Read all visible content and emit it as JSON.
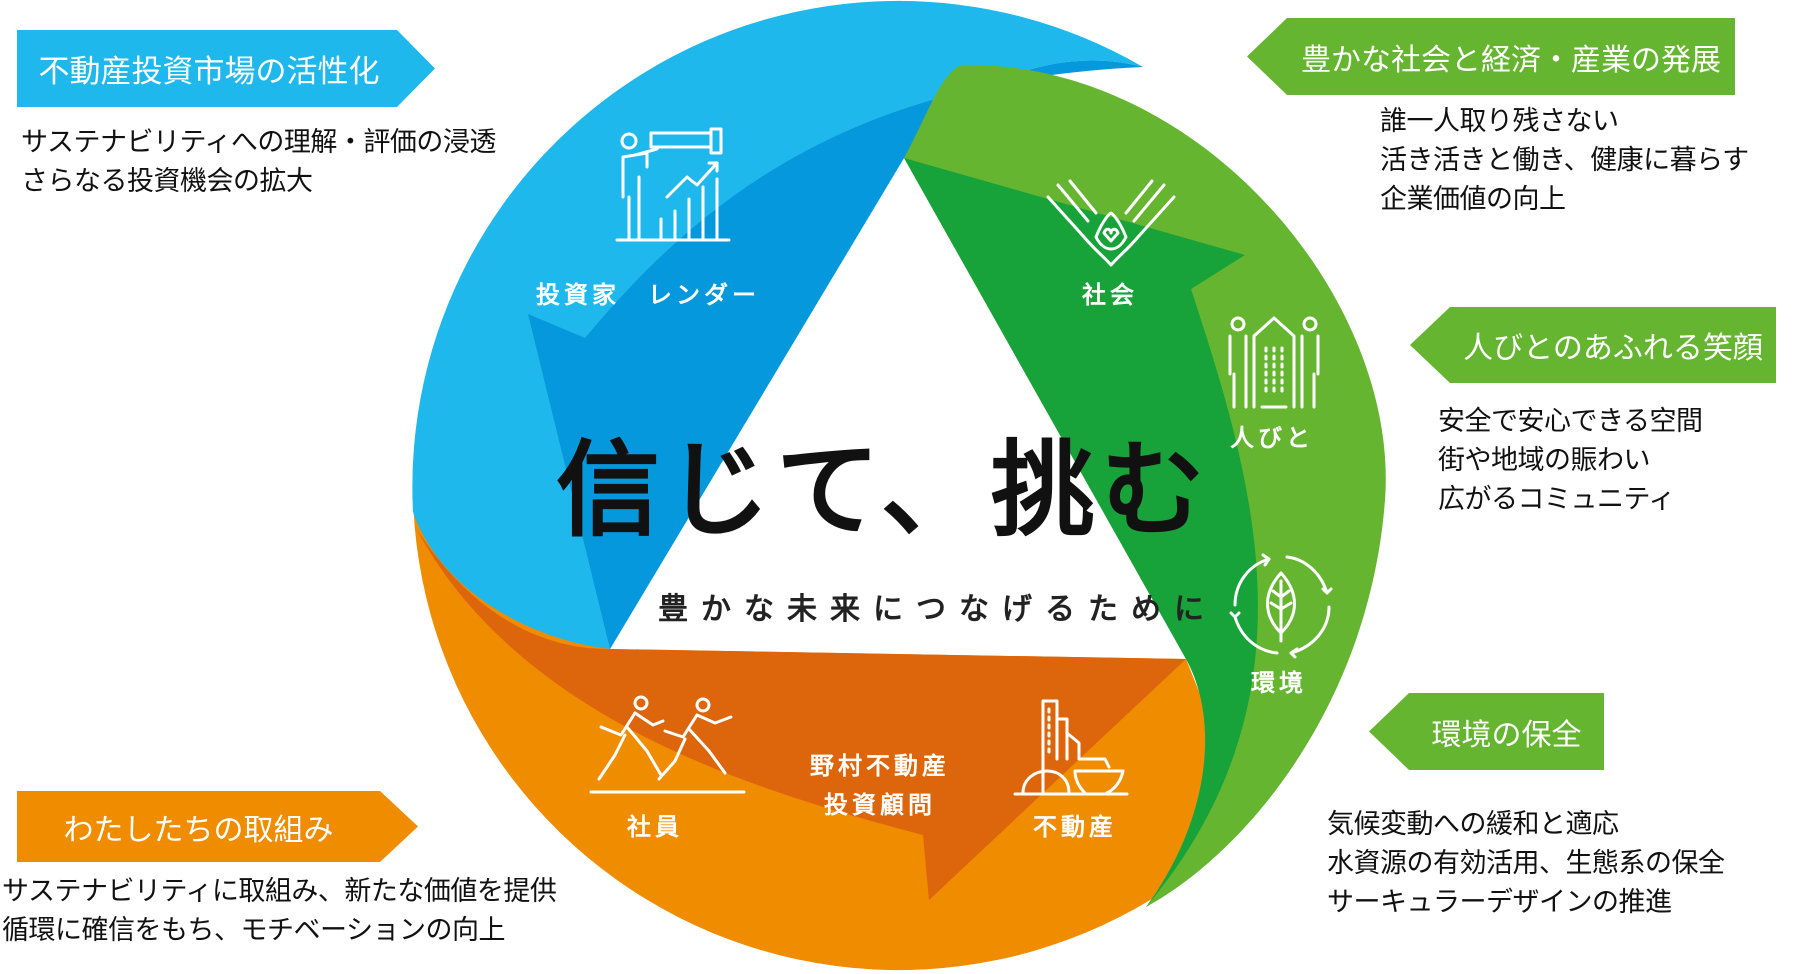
{
  "colors": {
    "blue": "#1eb8ec",
    "blue_dark": "#0698dc",
    "green": "#65b531",
    "green_dark": "#17a33a",
    "orange": "#f08c00",
    "orange_dark": "#dd650b"
  },
  "center": {
    "title": "信じて、挑む",
    "subtitle": "豊かな未来につなげるために"
  },
  "wheel": {
    "investors": {
      "label": "投資家　レンダー",
      "icon": "telescope-growth-chart-icon"
    },
    "society": {
      "label": "社会",
      "icon": "hands-heart-icon"
    },
    "people": {
      "label": "人びと",
      "icon": "people-building-icon"
    },
    "environment": {
      "label": "環境",
      "icon": "leaf-cycle-icon"
    },
    "employees": {
      "label": "社員",
      "icon": "runners-icon"
    },
    "company": {
      "line1": "野村不動産",
      "line2": "投資顧問"
    },
    "real_estate": {
      "label": "不動産",
      "icon": "buildings-icon"
    }
  },
  "panels": {
    "market": {
      "heading": "不動産投資市場の活性化",
      "lines": [
        "サステナビリティへの理解・評価の浸透",
        "さらなる投資機会の拡大"
      ]
    },
    "economy": {
      "heading": "豊かな社会と経済・産業の発展",
      "lines": [
        "誰一人取り残さない",
        "活き活きと働き、健康に暮らす",
        "企業価値の向上"
      ]
    },
    "smiles": {
      "heading": "人びとのあふれる笑顔",
      "lines": [
        "安全で安心できる空間",
        "街や地域の賑わい",
        "広がるコミュニティ"
      ]
    },
    "environment": {
      "heading": "環境の保全",
      "lines": [
        "気候変動への緩和と適応",
        "水資源の有効活用、生態系の保全",
        "サーキュラーデザインの推進"
      ]
    },
    "efforts": {
      "heading": "わたしたちの取組み",
      "lines": [
        "サステナビリティに取組み、新たな価値を提供",
        "循環に確信をもち、モチベーションの向上"
      ]
    }
  }
}
